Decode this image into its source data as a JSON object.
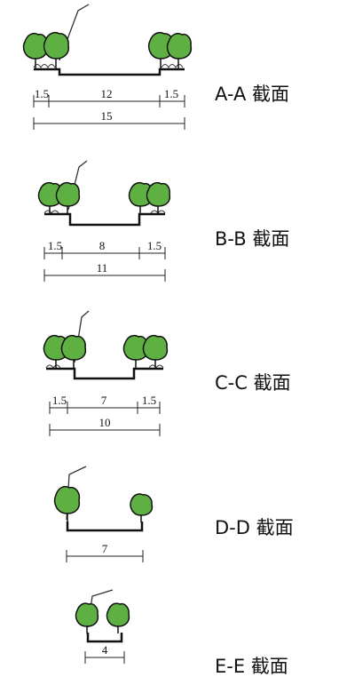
{
  "sections": [
    {
      "title": "A-A 截面",
      "dims": [
        "1.5",
        "12",
        "1.5"
      ],
      "total": "15"
    },
    {
      "title": "B-B 截面",
      "dims": [
        "1.5",
        "8",
        "1.5"
      ],
      "total": "11"
    },
    {
      "title": "C-C 截面",
      "dims": [
        "1.5",
        "7",
        "1.5"
      ],
      "total": "10"
    },
    {
      "title": "D-D 截面",
      "dims": [],
      "total": "7"
    },
    {
      "title": "E-E 截面",
      "dims": [],
      "total": "4"
    }
  ],
  "colors": {
    "canopy": "#5fb043",
    "line": "#111111"
  }
}
